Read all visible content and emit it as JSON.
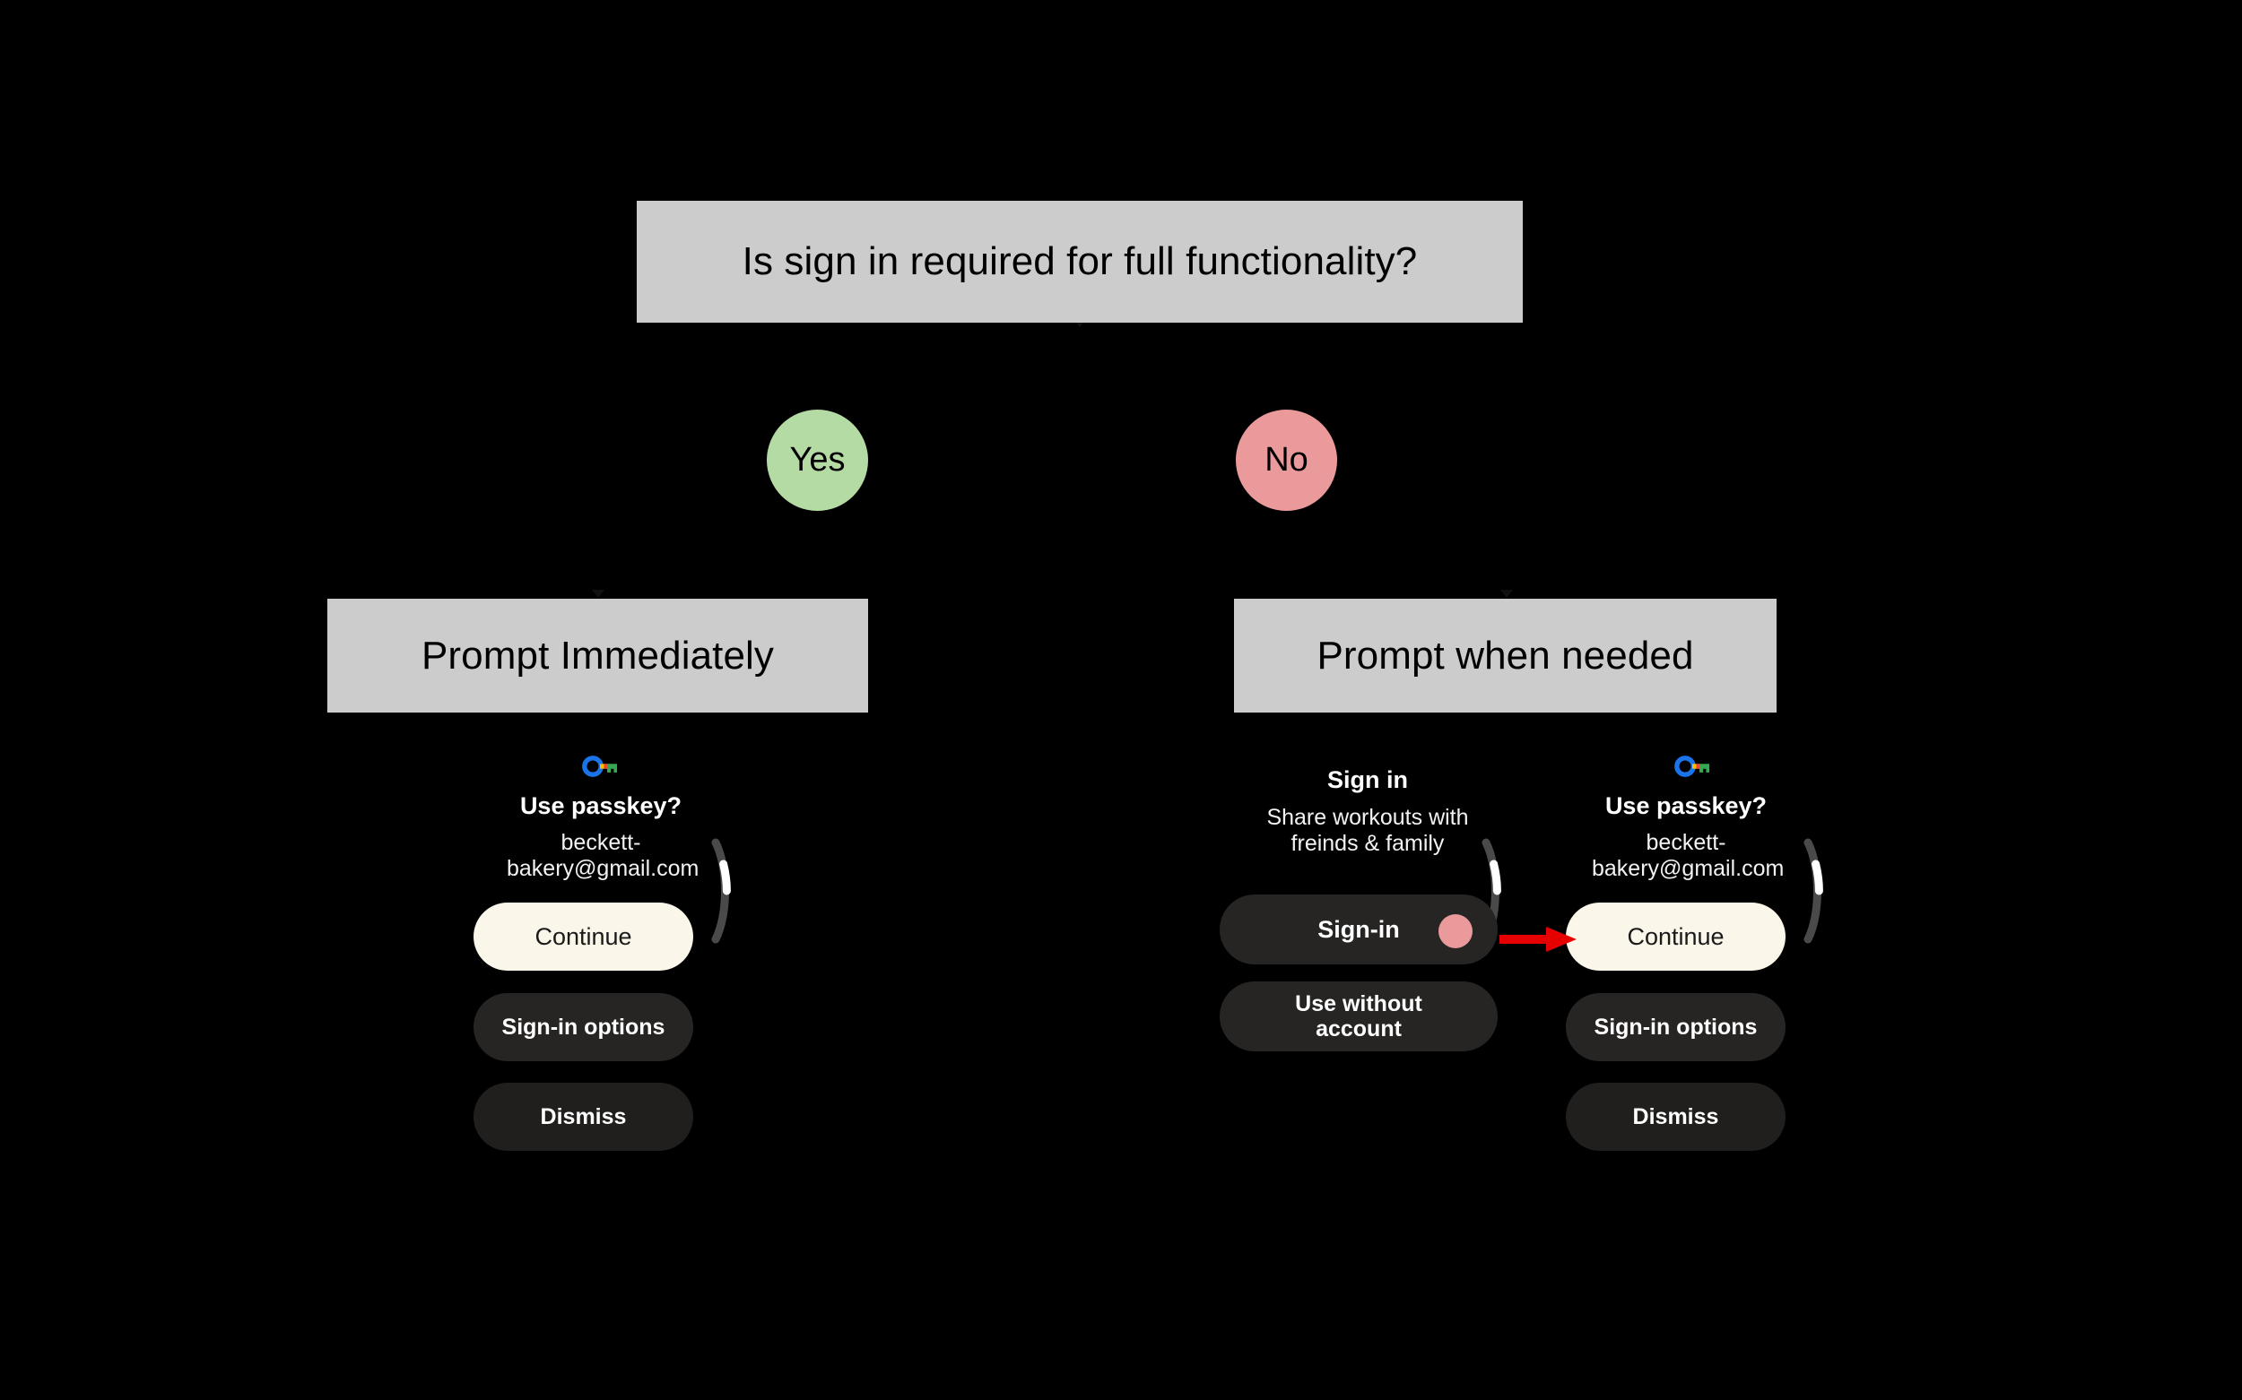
{
  "diagram": {
    "title_node": {
      "label": "Is sign in required for full functionality?"
    },
    "branches": [
      {
        "label": "Yes",
        "color": "#b5dba4"
      },
      {
        "label": "No",
        "color": "#eb9a9c"
      }
    ],
    "outcomes": [
      {
        "label": "Prompt Immediately"
      },
      {
        "label": "Prompt when needed"
      }
    ]
  },
  "screens": {
    "left_passkey": {
      "icon": "google-passkey-icon",
      "title": "Use passkey?",
      "subtitle": "beckett-bakery@gmail.com",
      "buttons": [
        {
          "label": "Continue",
          "style": "primary"
        },
        {
          "label": "Sign-in options",
          "style": "secondary"
        },
        {
          "label": "Dismiss",
          "style": "dim"
        }
      ]
    },
    "middle_signin": {
      "title": "Sign in",
      "subtitle": "Share workouts with freinds & family",
      "buttons": [
        {
          "label": "Sign-in",
          "style": "secondary",
          "avatar": true
        },
        {
          "label": "Use without account",
          "style": "secondary"
        }
      ]
    },
    "right_passkey": {
      "icon": "google-passkey-icon",
      "title": "Use passkey?",
      "subtitle": "beckett-bakery@gmail.com",
      "buttons": [
        {
          "label": "Continue",
          "style": "primary"
        },
        {
          "label": "Sign-in options",
          "style": "secondary"
        },
        {
          "label": "Dismiss",
          "style": "dim"
        }
      ]
    }
  },
  "annotation": {
    "arrow_color": "#e60000",
    "points_to": "Continue"
  },
  "colors": {
    "background": "#000000",
    "node_fill": "#cccccc",
    "yes_fill": "#b5dba4",
    "no_fill": "#eb9a9c",
    "primary_button": "#faf6e9",
    "secondary_button": "#262523",
    "avatar_pink": "#eb9a9c",
    "annotation_red": "#e60000"
  }
}
